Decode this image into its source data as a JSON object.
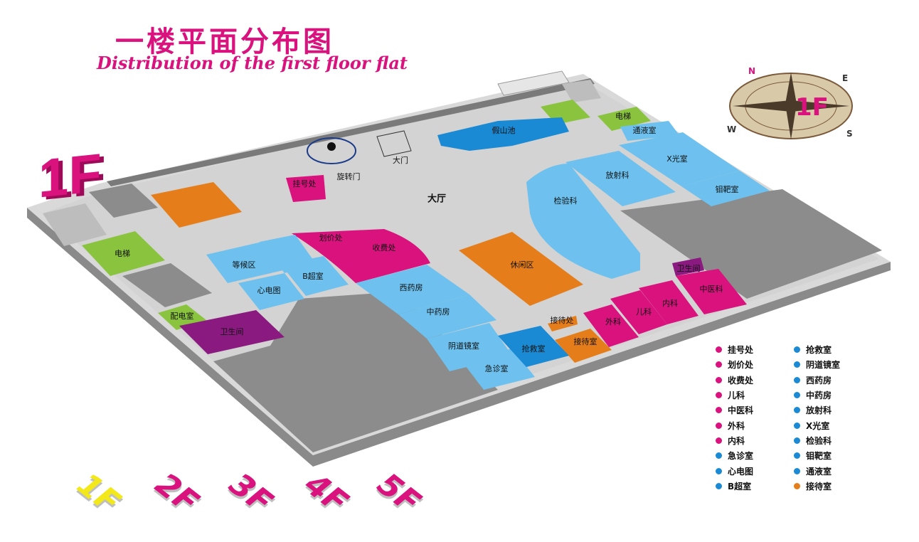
{
  "title": {
    "cn": "一楼平面分布图",
    "en": "Distribution of the first floor flat"
  },
  "floor_badge": "1F",
  "compass": {
    "center": "1F",
    "n": "N",
    "e": "E",
    "s": "S",
    "w": "W"
  },
  "colors": {
    "pink": "#d9127e",
    "blue": "#1a8ad4",
    "light_blue": "#6ec1ee",
    "orange": "#e57e1a",
    "green": "#8ac43f",
    "purple": "#8a1a80",
    "gray": "#9a9a9a"
  },
  "rooms": {
    "hall": "大厅",
    "revolving_door": "旋转门",
    "main_gate": "大门",
    "rockery_pond": "假山池",
    "registration": "挂号处",
    "pricing": "划价处",
    "cashier": "收费处",
    "waiting": "等候区",
    "b_ultrasound": "B超室",
    "ecg": "心电图",
    "west_pharmacy": "西药房",
    "chinese_pharmacy": "中药房",
    "colposcopy": "阴道镜室",
    "emergency": "急诊室",
    "rescue": "抢救室",
    "reception_desk": "接待处",
    "reception_room": "接待室",
    "lounge": "休闲区",
    "surgery": "外科",
    "pediatrics": "儿科",
    "internal_medicine": "内科",
    "tcm": "中医科",
    "lab": "检验科",
    "radiology": "放射科",
    "xray": "X光室",
    "target": "钼靶室",
    "infusion": "通液室",
    "elevator_left": "电梯",
    "elevator_right": "电梯",
    "power_room": "配电室",
    "restroom_left": "卫生间",
    "restroom_right": "卫生间"
  },
  "legend": {
    "pink_items": [
      "挂号处",
      "划价处",
      "收费处",
      "儿科",
      "中医科",
      "外科",
      "内科",
      "急诊室",
      "心电图",
      "B超室"
    ],
    "blue_items": [
      "抢救室",
      "阴道镜室",
      "西药房",
      "中药房",
      "放射科",
      "X光室",
      "检验科",
      "钼靶室",
      "通液室",
      "接待室"
    ],
    "pink_dot_colors": [
      "#d9127e",
      "#d9127e",
      "#d9127e",
      "#d9127e",
      "#d9127e",
      "#d9127e",
      "#d9127e",
      "#1a8ad4",
      "#1a8ad4",
      "#1a8ad4"
    ],
    "blue_dot_colors": [
      "#1a8ad4",
      "#1a8ad4",
      "#1a8ad4",
      "#1a8ad4",
      "#1a8ad4",
      "#1a8ad4",
      "#1a8ad4",
      "#1a8ad4",
      "#1a8ad4",
      "#e57e1a"
    ]
  },
  "floors": [
    "1F",
    "2F",
    "3F",
    "4F",
    "5F"
  ],
  "floor_colors": [
    "#f2e81a",
    "#d9127e",
    "#d9127e",
    "#d9127e",
    "#d9127e"
  ]
}
